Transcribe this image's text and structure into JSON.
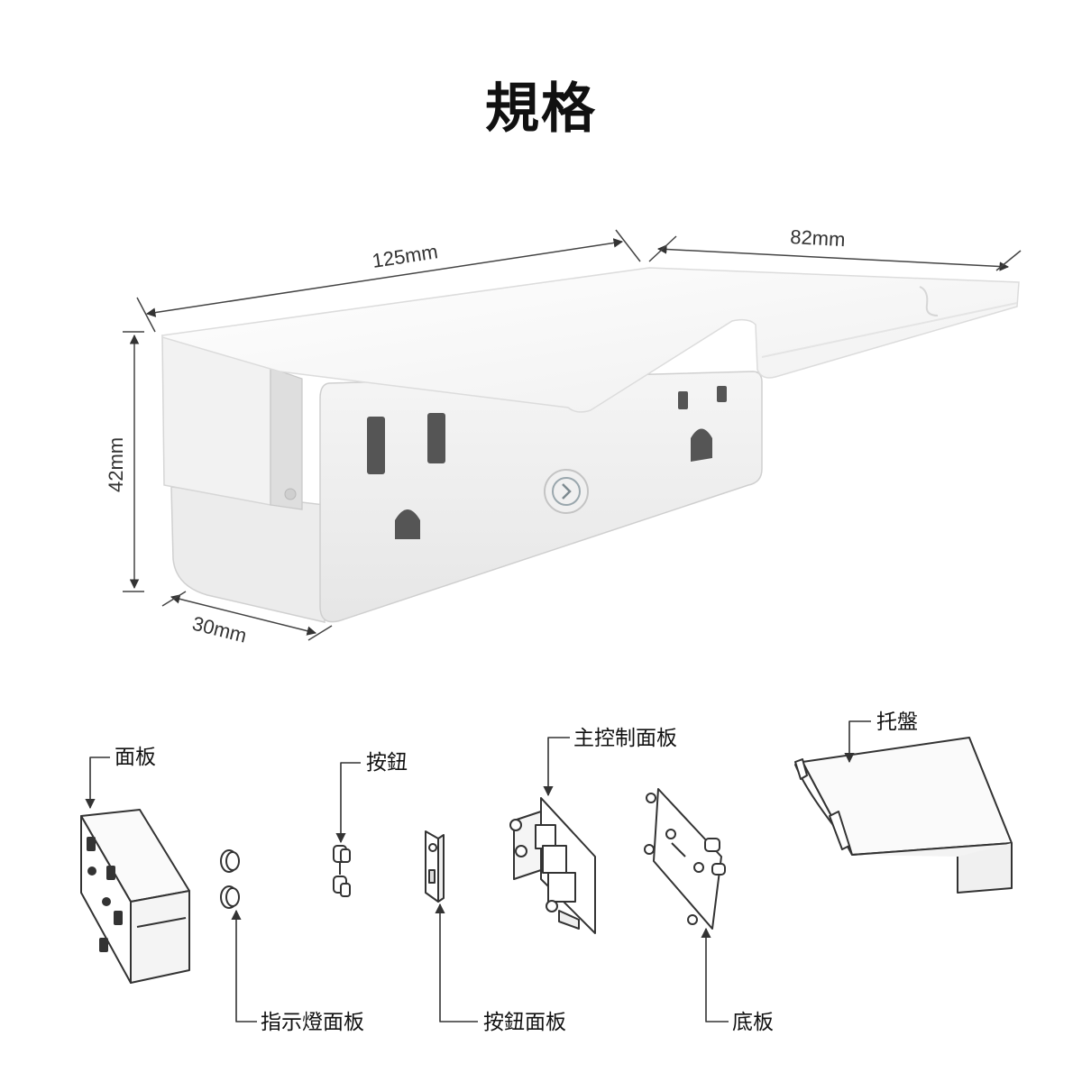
{
  "title": "規格",
  "dimensions": {
    "length": "125mm",
    "tray_depth": "82mm",
    "height": "42mm",
    "depth": "30mm"
  },
  "parts": {
    "panel": "面板",
    "indicator_panel": "指示燈面板",
    "button": "按鈕",
    "button_panel": "按鈕面板",
    "main_board": "主控制面板",
    "base_board": "底板",
    "tray": "托盤"
  },
  "colors": {
    "body": "#f3f3f3",
    "body_shade": "#e2e2e2",
    "line": "#333333",
    "accent": "#9ed3e6"
  }
}
